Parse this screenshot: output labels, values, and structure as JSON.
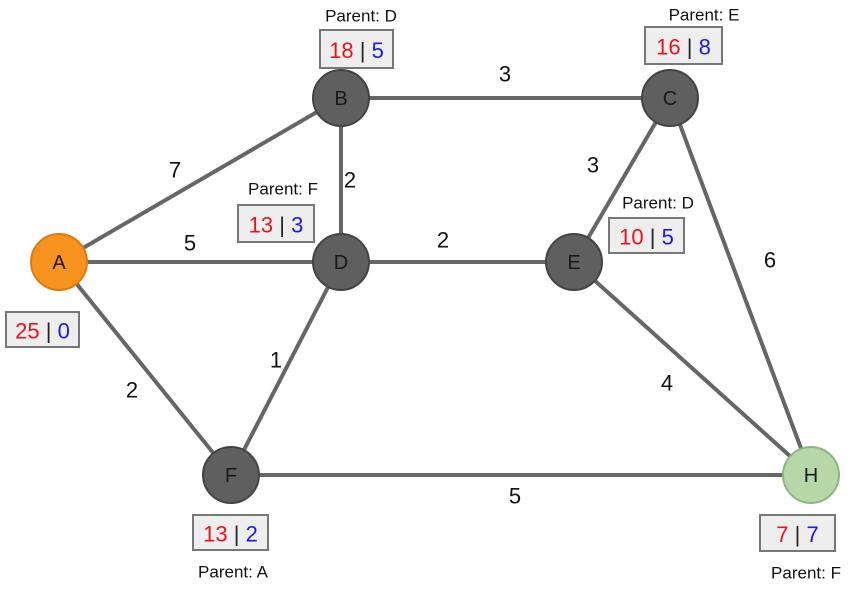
{
  "colors": {
    "f_value": "#e8141e",
    "g_value": "#1a1aee",
    "node_default": "#5f5f5f",
    "node_start": "#f7931e",
    "node_goal": "#b6d7a8",
    "edge": "#666666"
  },
  "nodes": [
    {
      "id": "A",
      "label": "A",
      "kind": "start",
      "f": "25",
      "g": "0",
      "parent": ""
    },
    {
      "id": "B",
      "label": "B",
      "kind": "normal",
      "f": "18",
      "g": "5",
      "parent": "Parent: D"
    },
    {
      "id": "C",
      "label": "C",
      "kind": "normal",
      "f": "16",
      "g": "8",
      "parent": "Parent: E"
    },
    {
      "id": "D",
      "label": "D",
      "kind": "normal",
      "f": "13",
      "g": "3",
      "parent": "Parent: F"
    },
    {
      "id": "E",
      "label": "E",
      "kind": "normal",
      "f": "10",
      "g": "5",
      "parent": "Parent: D"
    },
    {
      "id": "F",
      "label": "F",
      "kind": "normal",
      "f": "13",
      "g": "2",
      "parent": "Parent: A"
    },
    {
      "id": "H",
      "label": "H",
      "kind": "goal",
      "f": "7",
      "g": "7",
      "parent": "Parent: F"
    }
  ],
  "edges": [
    {
      "from": "A",
      "to": "B",
      "weight": "7"
    },
    {
      "from": "A",
      "to": "D",
      "weight": "5"
    },
    {
      "from": "A",
      "to": "F",
      "weight": "2"
    },
    {
      "from": "B",
      "to": "C",
      "weight": "3"
    },
    {
      "from": "B",
      "to": "D",
      "weight": "2"
    },
    {
      "from": "D",
      "to": "E",
      "weight": "2"
    },
    {
      "from": "D",
      "to": "F",
      "weight": "1"
    },
    {
      "from": "C",
      "to": "E",
      "weight": "3"
    },
    {
      "from": "C",
      "to": "H",
      "weight": "6"
    },
    {
      "from": "E",
      "to": "H",
      "weight": "4"
    },
    {
      "from": "F",
      "to": "H",
      "weight": "5"
    }
  ]
}
